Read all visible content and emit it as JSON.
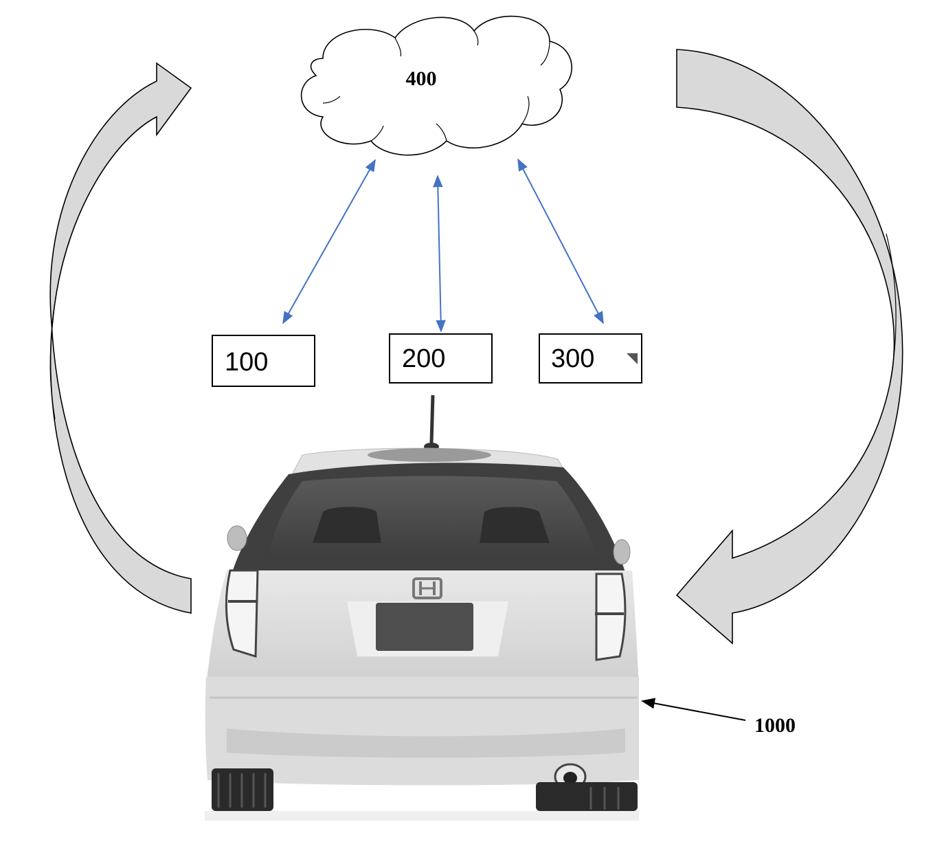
{
  "diagram": {
    "cloud": {
      "label": "400"
    },
    "boxes": [
      {
        "id": "box-100",
        "label": "100"
      },
      {
        "id": "box-200",
        "label": "200"
      },
      {
        "id": "box-300",
        "label": "300"
      }
    ],
    "vehicle": {
      "label": "1000"
    },
    "colors": {
      "connector": "#4472c4",
      "arrow_fill": "#d9d9d9",
      "outline": "#000000"
    }
  }
}
